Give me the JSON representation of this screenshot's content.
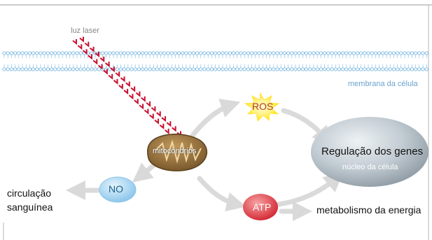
{
  "labels": {
    "laser": "luz laser",
    "membrane": "membrana da célula",
    "mitochondria": "mitocôndrios",
    "ros": "ROS",
    "no": "NO",
    "atp": "ATP",
    "gene_regulation": "Regulação dos genes",
    "nucleus": "núcleo da célula",
    "circulation_line1": "circulação",
    "circulation_line2": "sanguínea",
    "energy_metabolism": "metabolismo da energia"
  },
  "colors": {
    "laser": "#c8102e",
    "membrane": "#7ab8e0",
    "arrows": "#dcdcdc",
    "ros_glow": "#ffe600",
    "no_fill": "#a9d6f2",
    "atp_fill": "#e23b46",
    "nucleus_fill": "#b8c3cb",
    "mitochondria_fill": "#8d6a3b"
  }
}
